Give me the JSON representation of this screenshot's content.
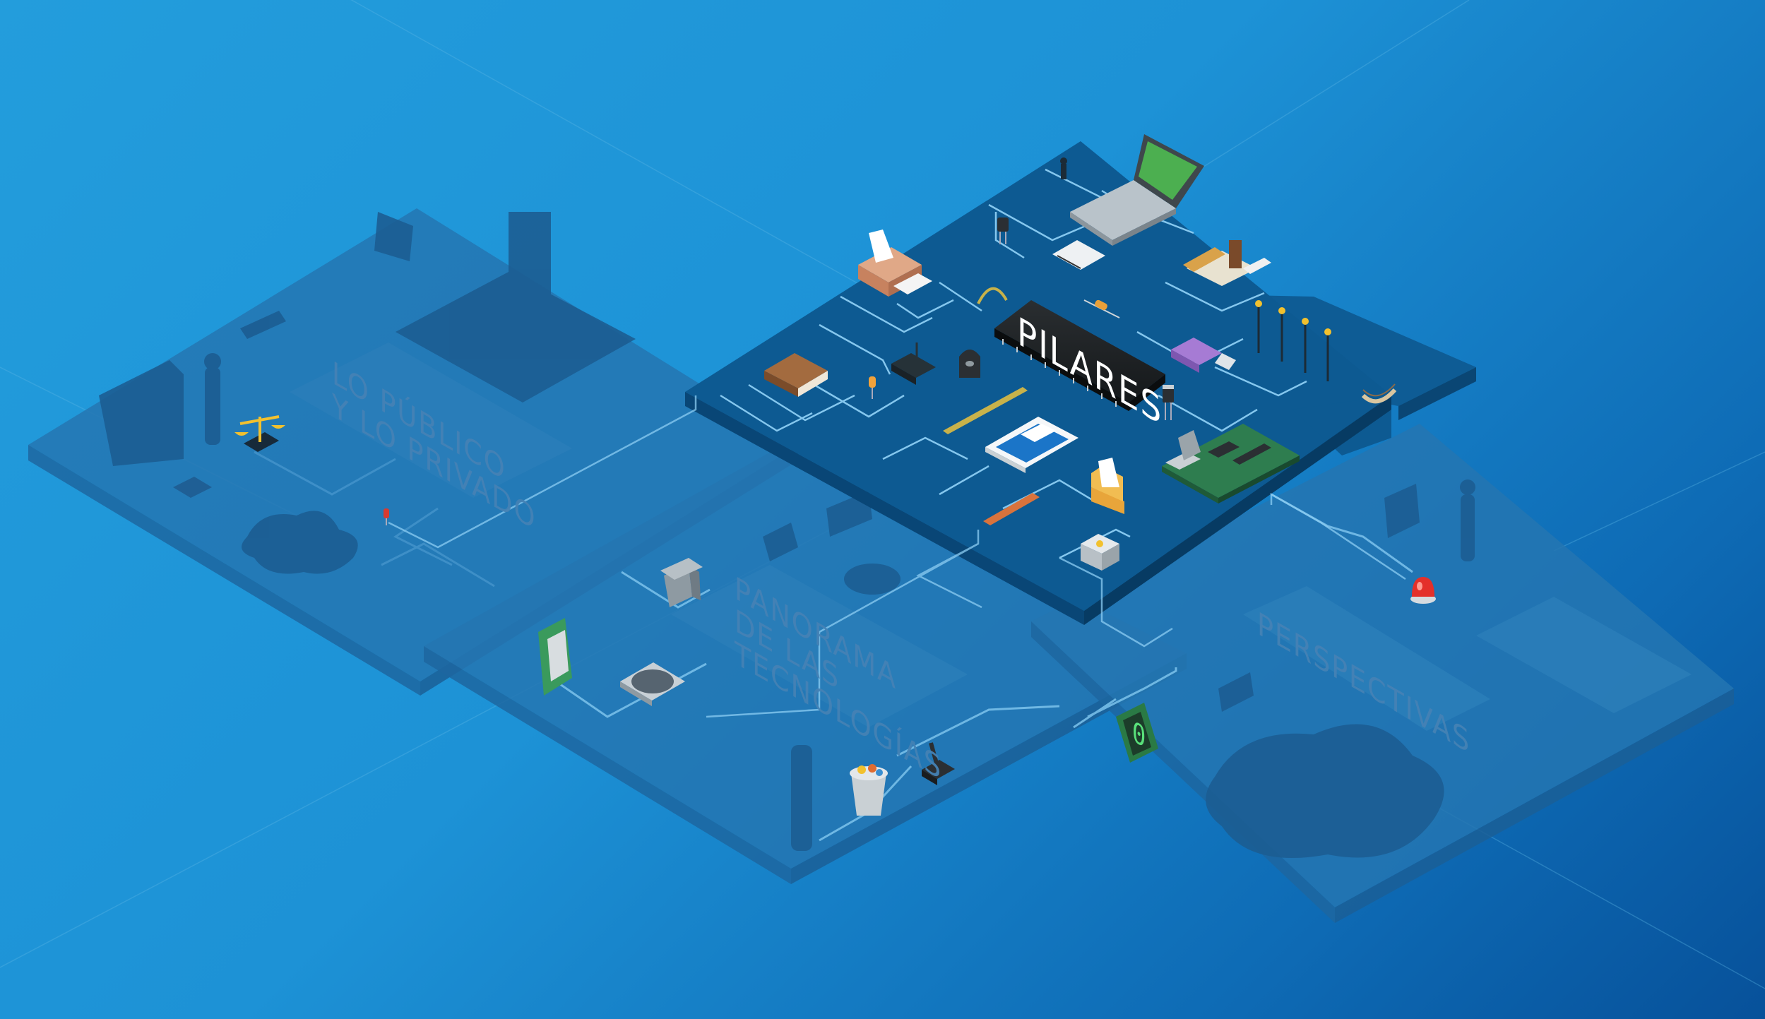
{
  "pillars": {
    "center": {
      "label": "PILARES"
    },
    "left": {
      "lines": [
        "LO PÚBLICO",
        "Y LO PRIVADO"
      ]
    },
    "bottom": {
      "lines": [
        "PANORAMA",
        "DE LAS",
        "TECNOLOGÍAS"
      ]
    },
    "right": {
      "label": "PERSPECTIVAS"
    }
  },
  "devices": {
    "seven_segment_digit": "0"
  },
  "colors": {
    "background_top": "#239ddc",
    "background_bottom": "#07519a",
    "board_active": "#0d5a92",
    "board_ghost": "#2476b1",
    "circuit_trace": "#8ccdf3",
    "chip": "#1f2224",
    "accent_yellow": "#f2c12e",
    "accent_red": "#e4302a",
    "arduino_green": "#2e7d4f"
  },
  "icons": [
    "laptop-icon",
    "printer-icon",
    "notebook-icon",
    "router-icon",
    "usb-drive-icon",
    "arduino-board-icon",
    "smartphone-icon",
    "folder-icon",
    "transistor-icon",
    "resistor-icon",
    "led-icon",
    "street-lamp-icon",
    "bridge-icon",
    "scales-of-justice-icon",
    "trash-bin-icon",
    "cooling-fan-icon",
    "sensor-board-icon",
    "joystick-icon",
    "seven-segment-display-icon",
    "alarm-light-icon",
    "books-icon",
    "stepper-motor-icon",
    "building-silhouette-icon",
    "person-silhouette-icon",
    "splat-shape-icon"
  ]
}
